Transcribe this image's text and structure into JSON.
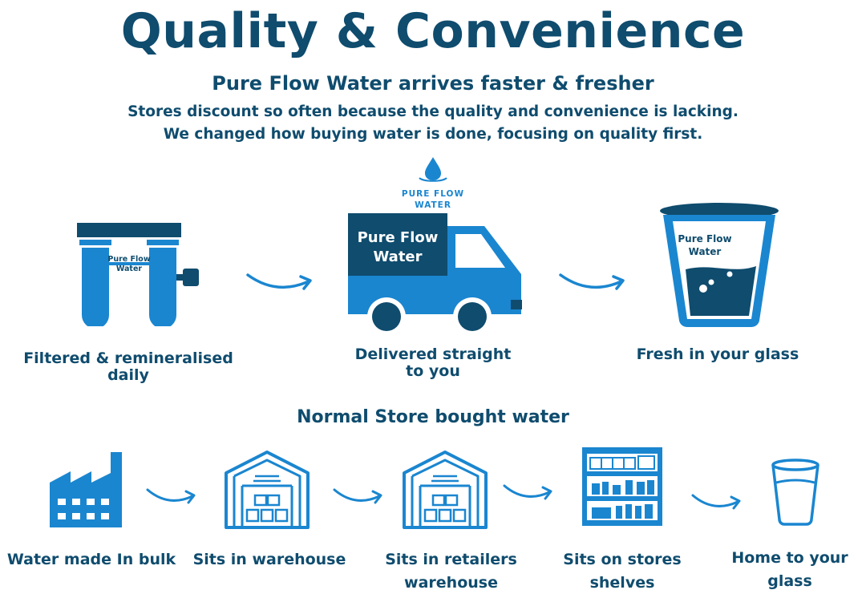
{
  "header": {
    "title": "Quality & Convenience",
    "subtitle": "Pure Flow Water arrives faster & fresher",
    "intro_line1": "Stores discount so often because the quality and convenience is lacking.",
    "intro_line2": "We changed how buying water is done, focusing on quality first."
  },
  "logo": {
    "line1": "PURE FLOW",
    "line2": "WATER"
  },
  "pure_flow": {
    "filter_text_line1": "Pure Flow",
    "filter_text_line2": "Water",
    "truck_text_line1": "Pure Flow",
    "truck_text_line2": "Water",
    "glass_text_line1": "Pure Flow",
    "glass_text_line2": "Water",
    "steps": [
      {
        "label_line1": "Filtered & remineralised",
        "label_line2": "daily",
        "icon": "water-filter-icon"
      },
      {
        "label_line1": "Delivered straight",
        "label_line2": "to you",
        "icon": "delivery-truck-icon"
      },
      {
        "label_line1": "Fresh in your glass",
        "label_line2": "",
        "icon": "water-glass-icon"
      }
    ]
  },
  "normal_store": {
    "heading": "Normal Store bought water",
    "steps": [
      {
        "label_line1": "Water made In bulk",
        "label_line2": "",
        "icon": "factory-icon"
      },
      {
        "label_line1": "Sits in warehouse",
        "label_line2": "",
        "icon": "warehouse-icon"
      },
      {
        "label_line1": "Sits in retailers",
        "label_line2": "warehouse",
        "icon": "warehouse-icon"
      },
      {
        "label_line1": "Sits on stores",
        "label_line2": "shelves",
        "icon": "store-shelves-icon"
      },
      {
        "label_line1": "Home to your",
        "label_line2": "glass",
        "icon": "glass-icon"
      }
    ]
  },
  "colors": {
    "navy": "#0f4c6e",
    "blue": "#1a86d0",
    "white": "#ffffff"
  }
}
